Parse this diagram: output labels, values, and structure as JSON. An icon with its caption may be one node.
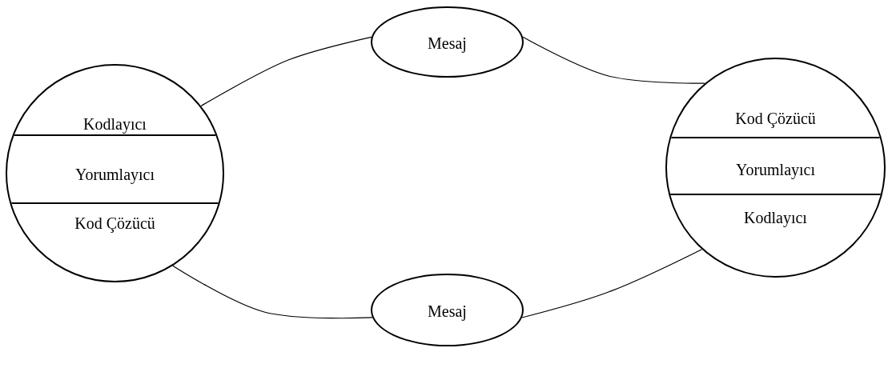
{
  "diagram": {
    "nodes": [
      {
        "text": [
          "Kodlayıcı",
          "Yorumlayıcı",
          "Kod Çözücü"
        ]
      },
      {
        "text": [
          "Mesaj"
        ]
      },
      {
        "text": [
          "Kod Çözücü",
          "Yorumlayıcı",
          "Kodlayıcı"
        ]
      },
      {
        "text": [
          "Mesaj"
        ]
      }
    ],
    "edges": [
      {
        "from": 0,
        "to": 1,
        "arrow": "none"
      },
      {
        "from": 1,
        "to": 2,
        "arrow": "none"
      },
      {
        "from": 2,
        "to": 3,
        "arrow": "none"
      },
      {
        "from": 3,
        "to": 0,
        "arrow": "none"
      }
    ]
  }
}
